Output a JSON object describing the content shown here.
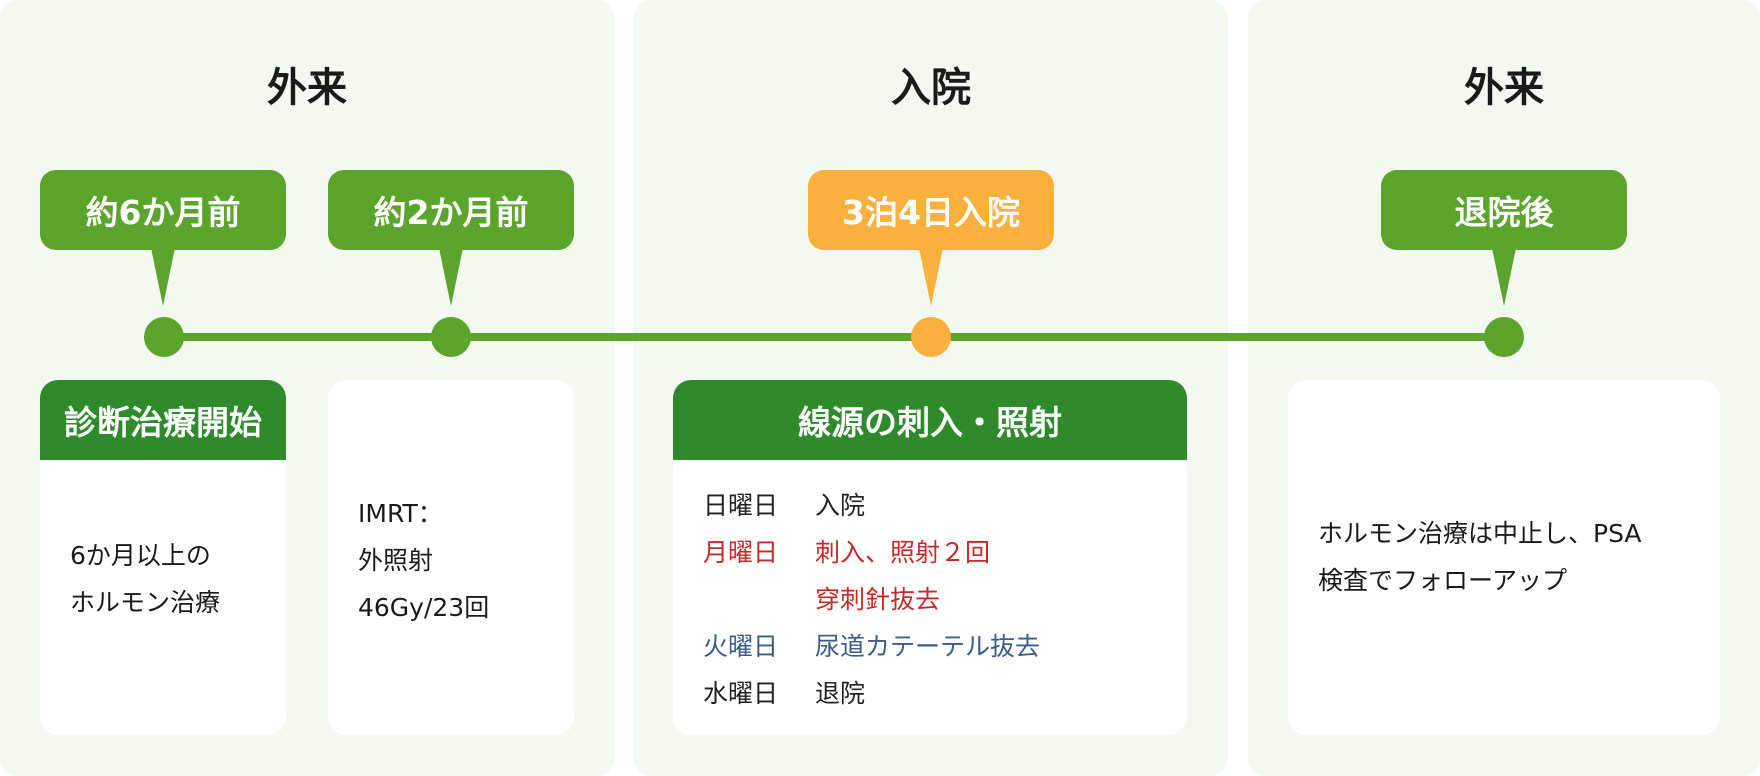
{
  "phases": [
    {
      "title": "外来"
    },
    {
      "title": "入院"
    },
    {
      "title": "外来"
    }
  ],
  "milestones": [
    {
      "label": "約6か月前",
      "color": "#5ba52c"
    },
    {
      "label": "約2か月前",
      "color": "#5ba52c"
    },
    {
      "label": "3泊4日入院",
      "color": "#f9b03d"
    },
    {
      "label": "退院後",
      "color": "#5ba52c"
    }
  ],
  "cards": {
    "diagnosis": {
      "header": "診断治療開始",
      "lines": [
        "6か月以上の",
        "ホルモン治療"
      ]
    },
    "imrt": {
      "lines": [
        "IMRT：",
        "外照射",
        "46Gy/23回"
      ]
    },
    "implant": {
      "header": "線源の刺入・照射",
      "schedule": [
        {
          "day": "日曜日",
          "event": "入院",
          "color": "#1a1a1a"
        },
        {
          "day": "月曜日",
          "event": "刺入、照射２回",
          "color": "#c52a2a"
        },
        {
          "day": "",
          "event": "穿刺針抜去",
          "color": "#c52a2a"
        },
        {
          "day": "火曜日",
          "event": "尿道カテーテル抜去",
          "color": "#3b5d86"
        },
        {
          "day": "水曜日",
          "event": "退院",
          "color": "#1a1a1a"
        }
      ]
    },
    "followup": {
      "lines": [
        "ホルモン治療は中止し、PSA",
        "検査でフォローアップ"
      ]
    }
  },
  "colors": {
    "green": "#5ba52c",
    "dark_green": "#2f8a2c",
    "orange": "#f9b03d",
    "panel_bg": "#f3f8f1"
  }
}
